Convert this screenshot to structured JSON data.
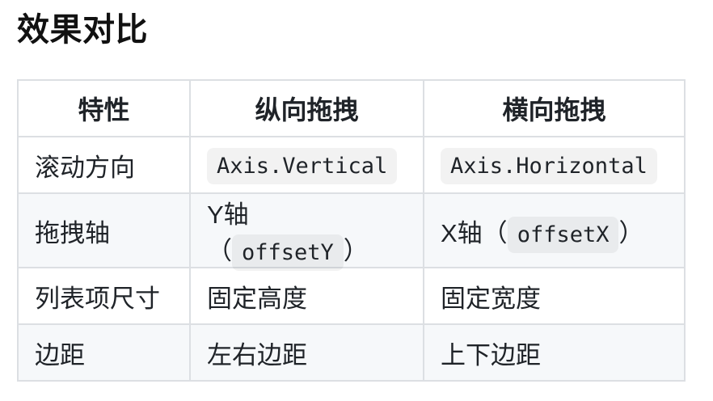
{
  "page": {
    "title": "效果对比"
  },
  "table": {
    "headers": [
      "特性",
      "纵向拖拽",
      "横向拖拽"
    ],
    "rows": [
      {
        "cells": [
          [
            {
              "t": "text",
              "v": "滚动方向"
            }
          ],
          [
            {
              "t": "code",
              "v": "Axis.Vertical"
            }
          ],
          [
            {
              "t": "code",
              "v": "Axis.Horizontal"
            }
          ]
        ]
      },
      {
        "cells": [
          [
            {
              "t": "text",
              "v": "拖拽轴"
            }
          ],
          [
            {
              "t": "text",
              "v": "Y轴（"
            },
            {
              "t": "code",
              "v": "offsetY"
            },
            {
              "t": "text",
              "v": "）"
            }
          ],
          [
            {
              "t": "text",
              "v": "X轴（"
            },
            {
              "t": "code",
              "v": "offsetX"
            },
            {
              "t": "text",
              "v": "）"
            }
          ]
        ]
      },
      {
        "cells": [
          [
            {
              "t": "text",
              "v": "列表项尺寸"
            }
          ],
          [
            {
              "t": "text",
              "v": "固定高度"
            }
          ],
          [
            {
              "t": "text",
              "v": "固定宽度"
            }
          ]
        ]
      },
      {
        "cells": [
          [
            {
              "t": "text",
              "v": "边距"
            }
          ],
          [
            {
              "t": "text",
              "v": "左右边距"
            }
          ],
          [
            {
              "t": "text",
              "v": "上下边距"
            }
          ]
        ]
      }
    ]
  },
  "colors": {
    "page_bg": "#ffffff",
    "heading_text": "#111111",
    "body_text": "#1f2328",
    "table_border": "#dcdfe3",
    "stripe_bg": "#f6f8fa",
    "code_chip_bg": "rgba(0,0,0,0.05)"
  }
}
